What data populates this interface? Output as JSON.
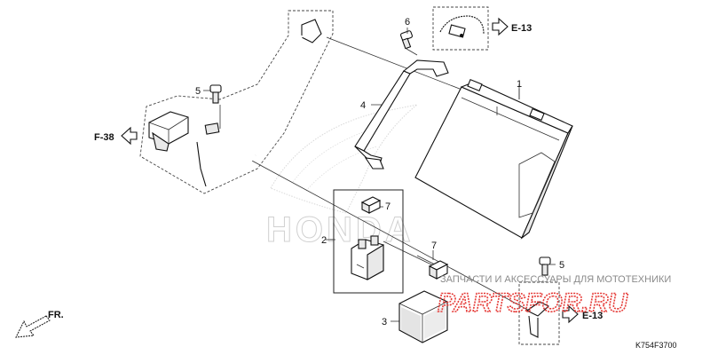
{
  "diagram": {
    "callouts": {
      "c1": "1",
      "c2": "2",
      "c3": "3",
      "c4": "4",
      "c5a": "5",
      "c5b": "5",
      "c6": "6",
      "c7a": "7",
      "c7b": "7"
    },
    "references": {
      "e13_top": "E-13",
      "e13_bottom": "E-13",
      "f38": "F-38"
    },
    "direction_label": "FR.",
    "diagram_code": "K754F3700",
    "watermark": {
      "logo_text": "HONDA",
      "caption": "ЗАПЧАСТИ И АКСЕССУАРЫ ДЛЯ МОТОТЕХНИКИ",
      "site": "PARTSFOR.RU"
    }
  }
}
